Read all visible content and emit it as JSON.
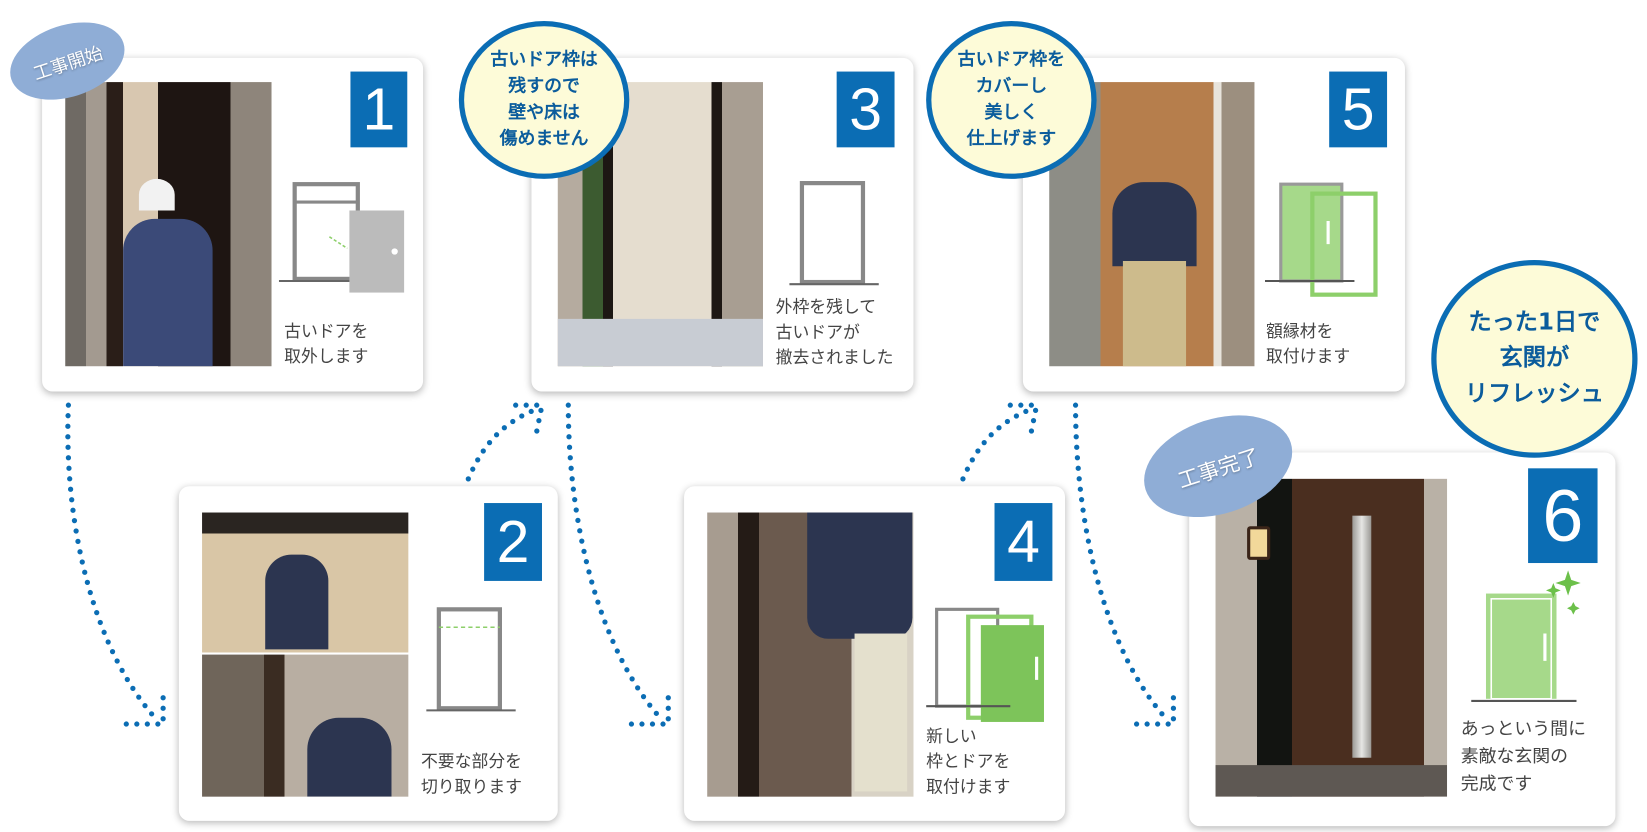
{
  "bubbles": {
    "start": "工事開始",
    "end": "工事完了"
  },
  "callouts": {
    "frame": "古いドア枠は\n残すので\n壁や床は\n傷めません",
    "cover": "古いドア枠を\nカバーし\n美しく\n仕上げます",
    "oneday": "たった1日で\n玄関が\nリフレッシュ"
  },
  "steps": [
    {
      "number": "1",
      "text": "古いドアを\n取外します"
    },
    {
      "number": "2",
      "text": "不要な部分を\n切り取ります"
    },
    {
      "number": "3",
      "text": "外枠を残して\n古いドアが\n撤去されました"
    },
    {
      "number": "4",
      "text": "新しい\n枠とドアを\n取付けます"
    },
    {
      "number": "5",
      "text": "額縁材を\n取付けます"
    },
    {
      "number": "6",
      "text": "あっという間に\n素敵な玄関の\n完成です"
    }
  ],
  "colors": {
    "accent": "#0b6db4",
    "green": "#8dcf6a",
    "bubble": "#8fadd6",
    "callout_bg": "#fdfbd8"
  }
}
